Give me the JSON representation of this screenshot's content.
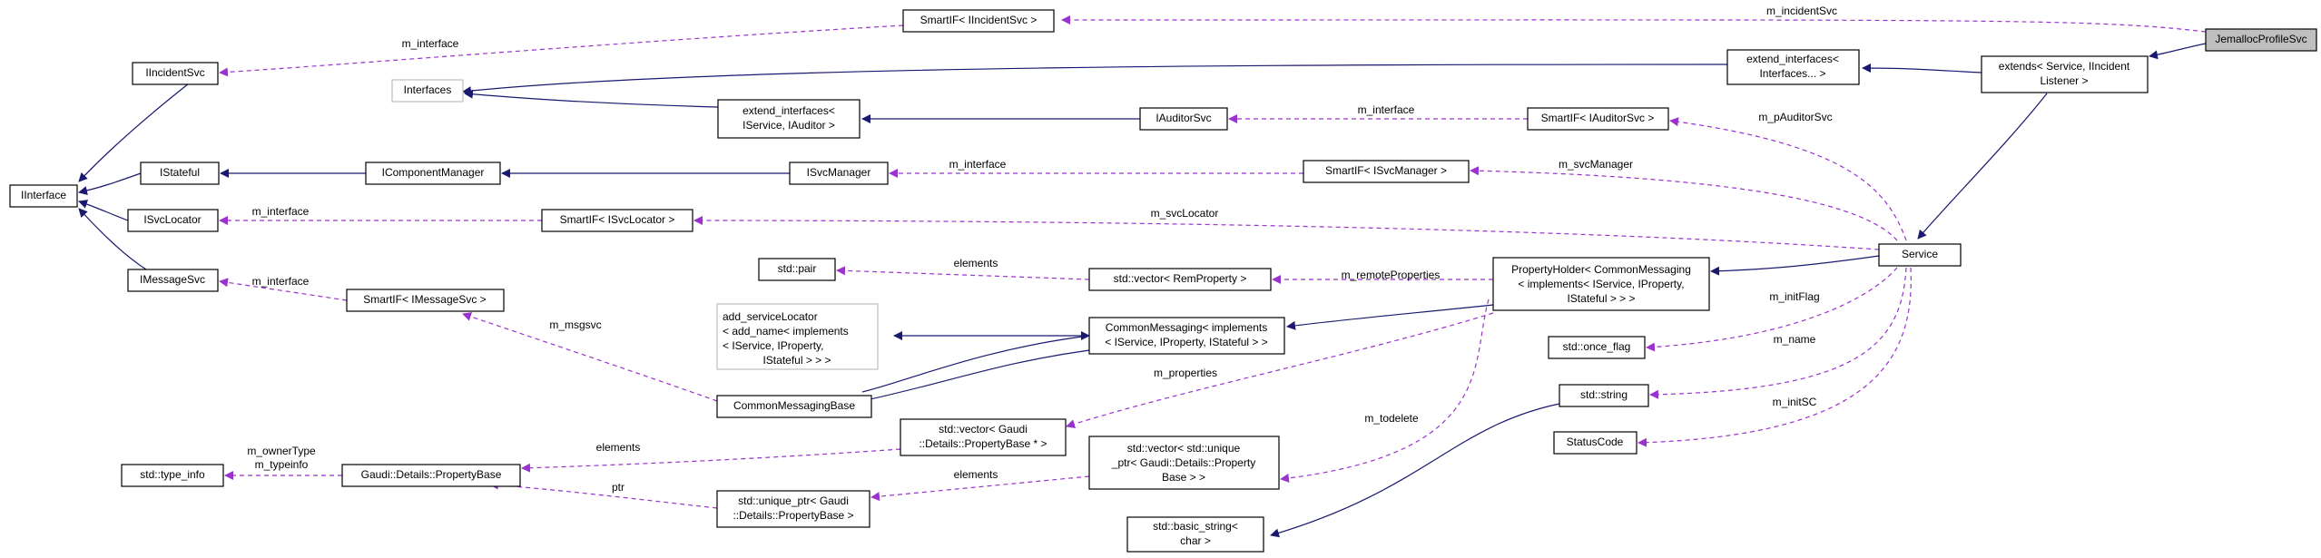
{
  "colors": {
    "inherit_edge": "#191970",
    "use_edge": "#9a32cd",
    "root_fill": "#bfbfbf",
    "node_border": "#000000",
    "grey_border": "#bfbfbf"
  },
  "nodes": [
    {
      "id": "JemallocProfileSvc",
      "lines": [
        "JemallocProfileSvc"
      ],
      "style": "root"
    },
    {
      "id": "SmartIncident",
      "lines": [
        "SmartIF< IIncidentSvc >"
      ]
    },
    {
      "id": "IIncidentSvc",
      "lines": [
        "IIncidentSvc"
      ]
    },
    {
      "id": "Interfaces",
      "lines": [
        "Interfaces"
      ],
      "style": "grey"
    },
    {
      "id": "ExtendIfaces",
      "lines": [
        "extend_interfaces<",
        "Interfaces... >"
      ]
    },
    {
      "id": "ExtendsService",
      "lines": [
        "extends< Service, IIncident",
        "Listener >"
      ]
    },
    {
      "id": "ExtendIAuditor",
      "lines": [
        "extend_interfaces<",
        "IService, IAuditor >"
      ]
    },
    {
      "id": "IAuditorSvc",
      "lines": [
        "IAuditorSvc"
      ]
    },
    {
      "id": "SmartAuditor",
      "lines": [
        "SmartIF< IAuditorSvc >"
      ]
    },
    {
      "id": "IInterface",
      "lines": [
        "IInterface"
      ]
    },
    {
      "id": "IStateful",
      "lines": [
        "IStateful"
      ]
    },
    {
      "id": "IComponentManager",
      "lines": [
        "IComponentManager"
      ]
    },
    {
      "id": "ISvcManager",
      "lines": [
        "ISvcManager"
      ]
    },
    {
      "id": "SmartSvcManager",
      "lines": [
        "SmartIF< ISvcManager >"
      ]
    },
    {
      "id": "ISvcLocator",
      "lines": [
        "ISvcLocator"
      ]
    },
    {
      "id": "SmartSvcLocator",
      "lines": [
        "SmartIF< ISvcLocator >"
      ]
    },
    {
      "id": "Service",
      "lines": [
        "Service"
      ]
    },
    {
      "id": "IMessageSvc",
      "lines": [
        "IMessageSvc"
      ]
    },
    {
      "id": "SmartMessageSvc",
      "lines": [
        "SmartIF< IMessageSvc >"
      ]
    },
    {
      "id": "StdPair",
      "lines": [
        "std::pair"
      ]
    },
    {
      "id": "VectorRemProperty",
      "lines": [
        "std::vector< RemProperty >"
      ]
    },
    {
      "id": "PropertyHolder",
      "lines": [
        "PropertyHolder< CommonMessaging",
        "< implements< IService, IProperty,",
        "IStateful > > >"
      ]
    },
    {
      "id": "AddServiceLocator",
      "lines": [
        "add_serviceLocator",
        "< add_name< implements",
        "< IService, IProperty,",
        "IStateful > > >"
      ],
      "style": "grey",
      "align": "left"
    },
    {
      "id": "CommonMessagingImpl",
      "lines": [
        "CommonMessaging< implements",
        "< IService, IProperty, IStateful > >"
      ]
    },
    {
      "id": "StdOnceFlag",
      "lines": [
        "std::once_flag"
      ]
    },
    {
      "id": "CommonMessagingBase",
      "lines": [
        "CommonMessagingBase"
      ]
    },
    {
      "id": "StdString",
      "lines": [
        "std::string"
      ]
    },
    {
      "id": "VectorPropertyBasePtr",
      "lines": [
        "std::vector< Gaudi",
        "::Details::PropertyBase * >"
      ]
    },
    {
      "id": "StatusCode",
      "lines": [
        "StatusCode"
      ]
    },
    {
      "id": "StdTypeInfo",
      "lines": [
        "std::type_info"
      ]
    },
    {
      "id": "PropertyBase",
      "lines": [
        "Gaudi::Details::PropertyBase"
      ]
    },
    {
      "id": "VectorUniquePtr",
      "lines": [
        "std::vector< std::unique",
        "_ptr< Gaudi::Details::Property",
        "Base > >"
      ]
    },
    {
      "id": "UniquePtrPropertyBase",
      "lines": [
        "std::unique_ptr< Gaudi",
        "::Details::PropertyBase >"
      ]
    },
    {
      "id": "BasicStringChar",
      "lines": [
        "std::basic_string<",
        "char >"
      ]
    }
  ],
  "edge_labels": [
    {
      "id": "l_incident_top",
      "text": "m_incidentSvc"
    },
    {
      "id": "l_interface_incident",
      "text": "m_interface"
    },
    {
      "id": "l_interface_auditor",
      "text": "m_interface"
    },
    {
      "id": "l_pAuditorSvc",
      "text": "m_pAuditorSvc"
    },
    {
      "id": "l_interface_svcmgr",
      "text": "m_interface"
    },
    {
      "id": "l_svcManager",
      "text": "m_svcManager"
    },
    {
      "id": "l_interface_svcloc",
      "text": "m_interface"
    },
    {
      "id": "l_svcLocator",
      "text": "m_svcLocator"
    },
    {
      "id": "l_elements_pair",
      "text": "elements"
    },
    {
      "id": "l_interface_msg",
      "text": "m_interface"
    },
    {
      "id": "l_remoteProperties",
      "text": "m_remoteProperties"
    },
    {
      "id": "l_initFlag",
      "text": "m_initFlag"
    },
    {
      "id": "l_msgsvc",
      "text": "m_msgsvc"
    },
    {
      "id": "l_name",
      "text": "m_name"
    },
    {
      "id": "l_properties",
      "text": "m_properties"
    },
    {
      "id": "l_todelete",
      "text": "m_todelete"
    },
    {
      "id": "l_initSC",
      "text": "m_initSC"
    },
    {
      "id": "l_ownerType",
      "text": "m_ownerType"
    },
    {
      "id": "l_typeinfo",
      "text": "m_typeinfo"
    },
    {
      "id": "l_elements_vec",
      "text": "elements"
    },
    {
      "id": "l_elements_uptr",
      "text": "elements"
    },
    {
      "id": "l_ptr",
      "text": "ptr"
    }
  ]
}
